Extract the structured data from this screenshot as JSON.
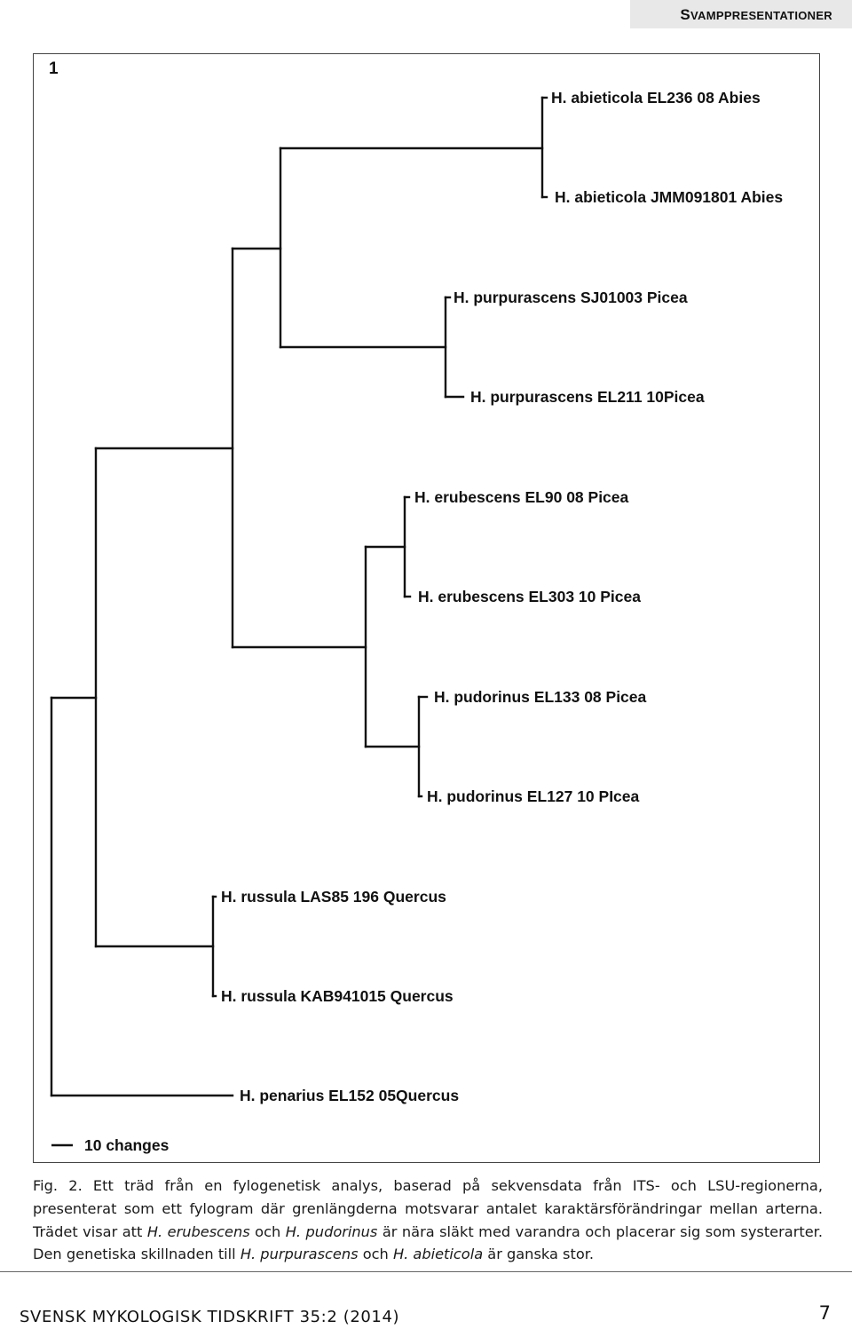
{
  "header": {
    "section_title": "Svamppresentationer"
  },
  "figure": {
    "panel_label": "1",
    "scale_bar_label": "10 changes",
    "taxa": [
      "H. abieticola EL236 08 Abies",
      "H. abieticola JMM091801 Abies",
      "H. purpurascens SJ01003 Picea",
      "H. purpurascens EL211 10Picea",
      "H. erubescens EL90 08 Picea",
      "H. erubescens EL303 10 Picea",
      "H. pudorinus EL133 08 Picea",
      "H. pudorinus EL127 10 PIcea",
      "H. russula LAS85 196 Quercus",
      "H. russula KAB941015 Quercus",
      "H. penarius EL152 05Quercus"
    ]
  },
  "caption": {
    "p1": "Fig. 2. Ett träd från en fylogenetisk analys, baserad på sekvensdata från ITS- och LSU-regionerna, presenterat som ett fylogram där grenlängderna motsvarar antalet karaktärsförändringar mellan arterna. Trädet visar att ",
    "i1": "H. erubescens",
    "p2": " och ",
    "i2": "H. pudorinus",
    "p3": " är nära släkt med varandra och placerar sig som systerarter. Den genetiska skillnaden till ",
    "i3": "H. purpurascens",
    "p4": " och ",
    "i4": "H. abieticola",
    "p5": " är ganska stor."
  },
  "footer": {
    "journal": "SVENSK MYKOLOGISK TIDSKRIFT  35:2 (2014)",
    "page_number": "7"
  }
}
